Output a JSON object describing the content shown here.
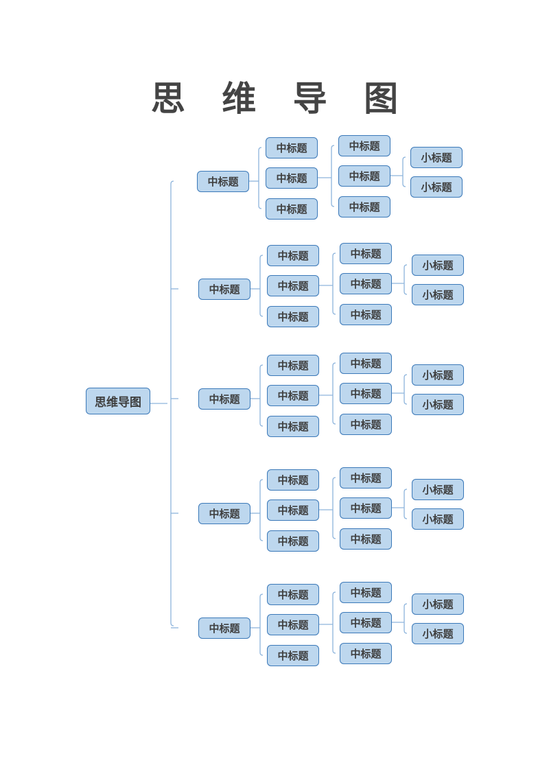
{
  "title": "思 维 导 图",
  "root": "思维导图",
  "colors": {
    "node_fill": "#bdd7ee",
    "node_border": "#3a78b8",
    "line": "#8db4dc",
    "text": "#3f3f3f"
  },
  "groups": [
    {
      "label": "中标题",
      "level2": [
        "中标题",
        "中标题",
        "中标题"
      ],
      "level3": [
        "中标题",
        "中标题",
        "中标题"
      ],
      "level4": [
        "小标题",
        "小标题"
      ]
    },
    {
      "label": "中标题",
      "level2": [
        "中标题",
        "中标题",
        "中标题"
      ],
      "level3": [
        "中标题",
        "中标题",
        "中标题"
      ],
      "level4": [
        "小标题",
        "小标题"
      ]
    },
    {
      "label": "中标题",
      "level2": [
        "中标题",
        "中标题",
        "中标题"
      ],
      "level3": [
        "中标题",
        "中标题",
        "中标题"
      ],
      "level4": [
        "小标题",
        "小标题"
      ]
    },
    {
      "label": "中标题",
      "level2": [
        "中标题",
        "中标题",
        "中标题"
      ],
      "level3": [
        "中标题",
        "中标题",
        "中标题"
      ],
      "level4": [
        "小标题",
        "小标题"
      ]
    },
    {
      "label": "中标题",
      "level2": [
        "中标题",
        "中标题",
        "中标题"
      ],
      "level3": [
        "中标题",
        "中标题",
        "中标题"
      ],
      "level4": [
        "小标题",
        "小标题"
      ]
    }
  ]
}
